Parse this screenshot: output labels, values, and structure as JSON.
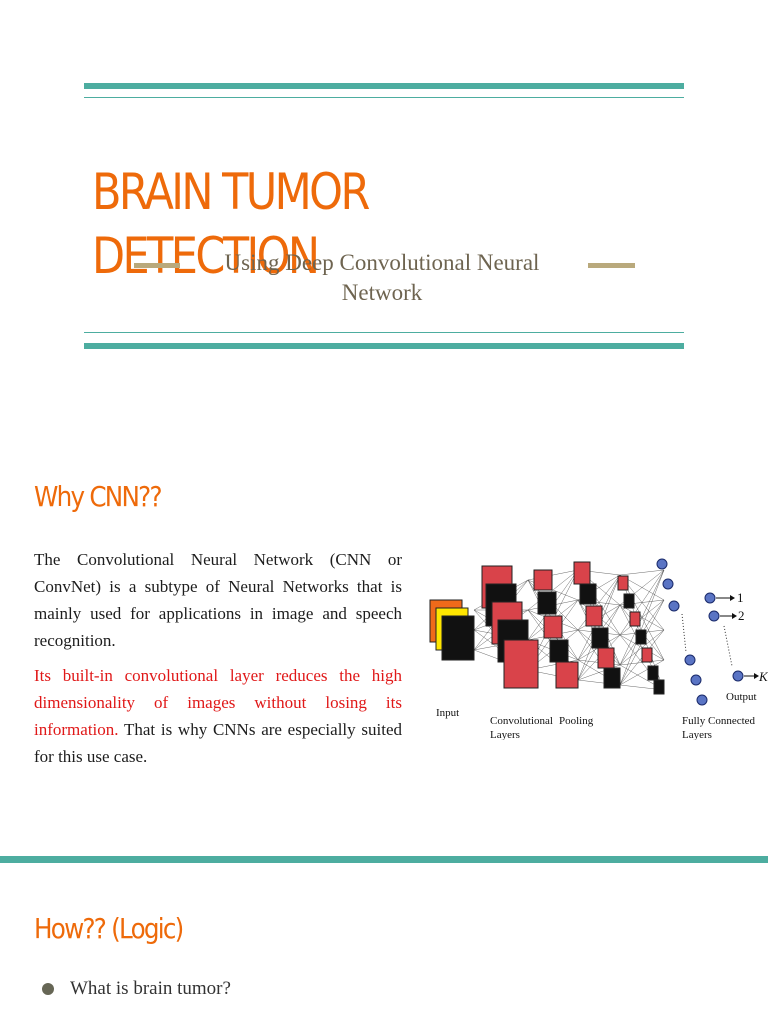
{
  "title_slide": {
    "title": "BRAIN TUMOR DETECTION",
    "subtitle": "Using Deep Convolutional Neural Network"
  },
  "why_slide": {
    "heading": "Why CNN??",
    "paragraph1": "The Convolutional Neural Network (CNN or ConvNet) is a subtype of Neural Networks that is mainly used for applications in image and speech recognition.",
    "paragraph2_highlight": "Its built-in convolutional layer reduces the high dimensionality of images without losing its information.",
    "paragraph2_rest": " That is why CNNs are especially suited for this use case.",
    "diagram": {
      "labels": {
        "input": "Input",
        "conv": "Convolutional Layers",
        "conv_line1": "Convolutional",
        "conv_line2": "Layers",
        "pooling": "Pooling",
        "fc_line1": "Fully Connected",
        "fc_line2": "Layers",
        "output": "Output",
        "out1": "1",
        "out2": "2",
        "outk": "K"
      },
      "colors": {
        "red": "#d9434a",
        "black": "#111111",
        "yellow": "#ffe600",
        "orange": "#f06a1a",
        "node": "#5a74c4"
      }
    }
  },
  "how_slide": {
    "heading": "How?? (Logic)",
    "bullets": [
      "What is brain tumor?"
    ]
  },
  "colors": {
    "accent_orange": "#ee6a0a",
    "teal_rule": "#4dada0",
    "tan_dash": "#b9a97c"
  }
}
